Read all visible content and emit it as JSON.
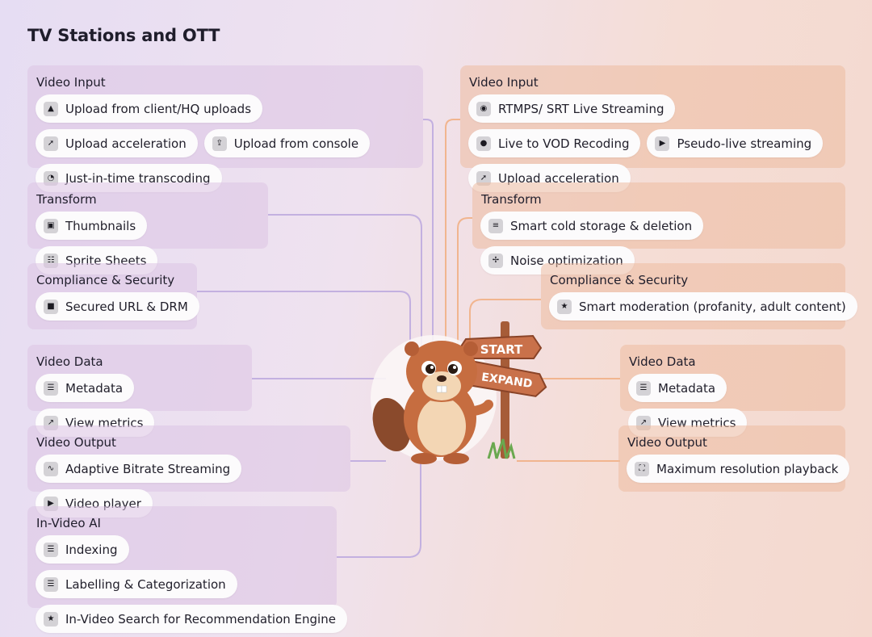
{
  "title": "TV Stations and OTT",
  "left": [
    {
      "title": "Video Input",
      "chips": [
        {
          "label": "Upload from client/HQ uploads",
          "icon": "upload-icon"
        },
        {
          "label": "Upload acceleration",
          "icon": "rocket-icon"
        },
        {
          "label": "Upload from console",
          "icon": "upload-tray-icon"
        },
        {
          "label": "Just-in-time transcoding",
          "icon": "clock-icon"
        }
      ]
    },
    {
      "title": "Transform",
      "chips": [
        {
          "label": "Thumbnails",
          "icon": "image-icon"
        },
        {
          "label": "Sprite Sheets",
          "icon": "grid-icon"
        }
      ]
    },
    {
      "title": "Compliance & Security",
      "chips": [
        {
          "label": "Secured URL & DRM",
          "icon": "lock-icon"
        }
      ]
    },
    {
      "title": "Video Data",
      "chips": [
        {
          "label": "Metadata",
          "icon": "list-icon"
        },
        {
          "label": "View metrics",
          "icon": "trend-icon"
        }
      ]
    },
    {
      "title": "Video Output",
      "chips": [
        {
          "label": "Adaptive Bitrate Streaming",
          "icon": "wave-icon"
        },
        {
          "label": "Video player",
          "icon": "play-icon"
        }
      ]
    },
    {
      "title": "In-Video AI",
      "chips": [
        {
          "label": "Indexing",
          "icon": "list-icon"
        },
        {
          "label": "Labelling & Categorization",
          "icon": "list-icon"
        },
        {
          "label": "In-Video Search for Recommendation Engine",
          "icon": "star-icon"
        }
      ]
    }
  ],
  "right": [
    {
      "title": "Video Input",
      "chips": [
        {
          "label": "RTMPS/ SRT Live Streaming",
          "icon": "broadcast-icon"
        },
        {
          "label": "Live to VOD Recoding",
          "icon": "record-icon"
        },
        {
          "label": "Pseudo-live streaming",
          "icon": "play-icon"
        },
        {
          "label": "Upload acceleration",
          "icon": "rocket-icon"
        }
      ]
    },
    {
      "title": "Transform",
      "chips": [
        {
          "label": "Smart cold storage & deletion",
          "icon": "storage-icon"
        },
        {
          "label": "Noise optimization",
          "icon": "fan-icon"
        }
      ]
    },
    {
      "title": "Compliance & Security",
      "chips": [
        {
          "label": "Smart moderation (profanity, adult content)",
          "icon": "star-icon"
        }
      ]
    },
    {
      "title": "Video Data",
      "chips": [
        {
          "label": "Metadata",
          "icon": "list-icon"
        },
        {
          "label": "View metrics",
          "icon": "trend-icon"
        }
      ]
    },
    {
      "title": "Video Output",
      "chips": [
        {
          "label": "Maximum resolution playback",
          "icon": "fullscreen-icon"
        }
      ]
    }
  ],
  "mascot": {
    "signs": [
      "START",
      "EXPAND"
    ],
    "colors": {
      "left_line": "#c3b0e0",
      "right_line": "#f1b58f",
      "sign": "#c9714a"
    }
  }
}
